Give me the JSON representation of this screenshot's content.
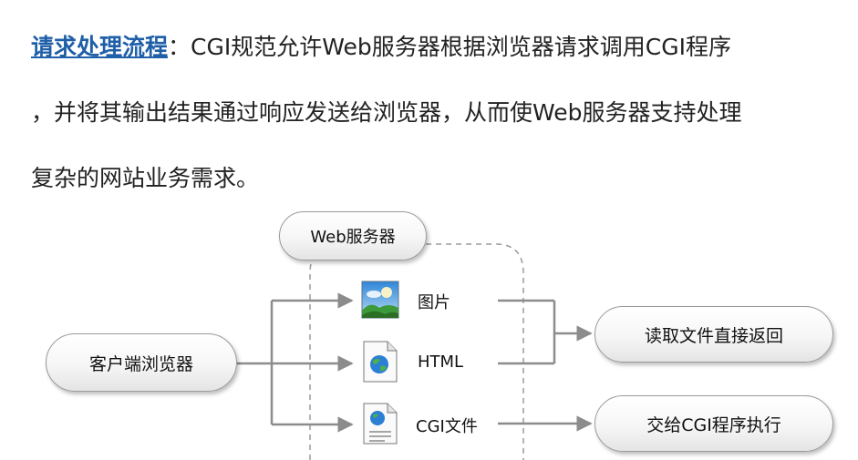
{
  "paragraph": {
    "heading": "请求处理流程",
    "colon": "：",
    "line1_rest": "CGI规范允许Web服务器根据浏览器请求调用CGI程序",
    "line2": "，并将其输出结果通过响应发送给浏览器，从而使Web服务器支持处理",
    "line3": "复杂的网站业务需求。"
  },
  "diagram": {
    "server_label": "Web服务器",
    "client_label": "客户端浏览器",
    "items": [
      {
        "label": "图片",
        "icon": "image-icon"
      },
      {
        "label": "HTML",
        "icon": "html-file-icon"
      },
      {
        "label": "CGI文件",
        "icon": "cgi-file-icon"
      }
    ],
    "result_read": "读取文件直接返回",
    "result_cgi": "交给CGI程序执行"
  },
  "colors": {
    "heading": "#1f5fa8",
    "arrow": "#8c8c8c",
    "dashed_border": "#9a9a9a"
  }
}
